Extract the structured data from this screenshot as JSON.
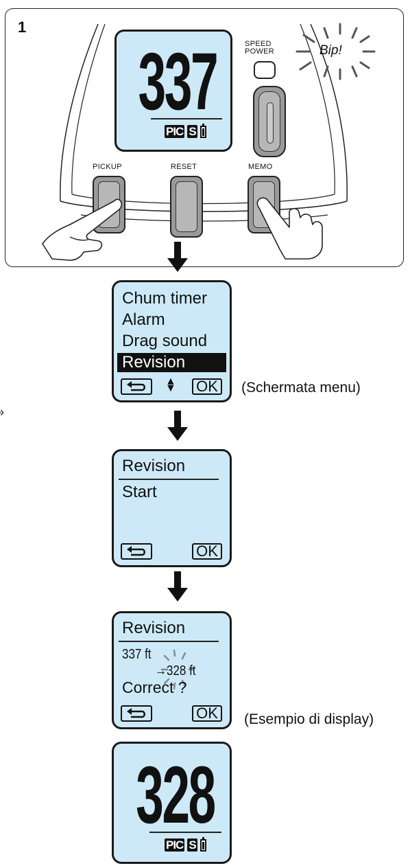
{
  "step": "1",
  "device": {
    "display_value": "337",
    "mode_labels": [
      "PIC",
      "S"
    ],
    "speed_power_label": [
      "SPEED",
      "POWER"
    ],
    "beep_text": "Bip!",
    "buttons": {
      "pickup": "PICKUP",
      "reset": "RESET",
      "memo": "MEMO"
    }
  },
  "menu_screen": {
    "items": [
      "Chum timer",
      "Alarm",
      "Drag sound",
      "Revision"
    ],
    "selected_index": 3,
    "ok_label": "OK",
    "caption": "(Schermata menu)"
  },
  "revision_screen": {
    "title": "Revision",
    "item": "Start",
    "ok_label": "OK"
  },
  "confirm_screen": {
    "title": "Revision",
    "old_value": "337 ft",
    "new_value": "→328 ft",
    "question": "Correct ?",
    "ok_label": "OK",
    "caption": "(Esempio di display)"
  },
  "result_screen": {
    "display_value": "328",
    "mode_labels": [
      "PIC",
      "S"
    ]
  },
  "side_mark": "»"
}
